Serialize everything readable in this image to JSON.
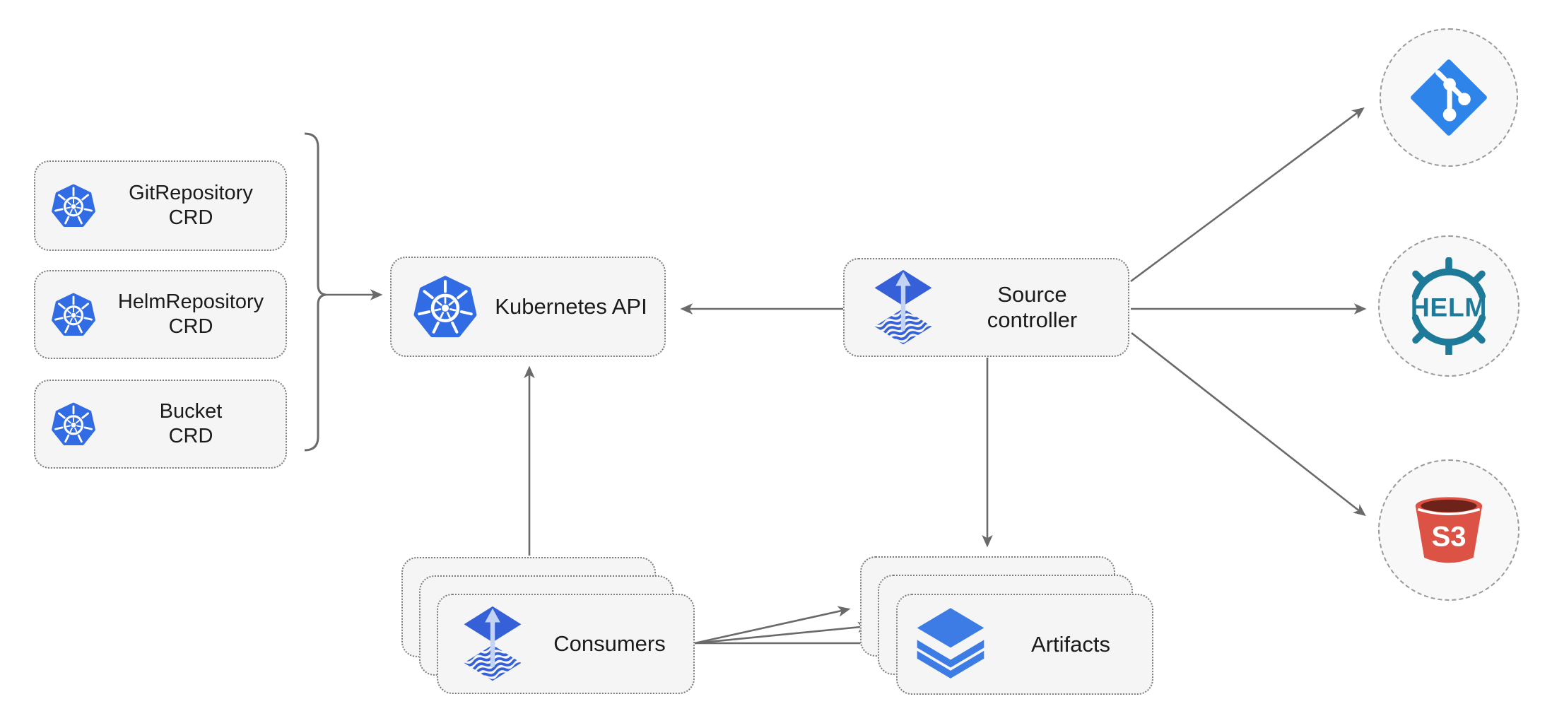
{
  "colors": {
    "k8s-blue": "#326CE5",
    "flux-blue": "#3560D8",
    "flux-arrow": "#C3D3F3",
    "git-blue": "#2E84E8",
    "helm-teal": "#1E7A99",
    "s3-red": "#DC5244",
    "s3-dark": "#6E231A",
    "layers-blue": "#3C7CE4",
    "wire": "#6A6A6A",
    "box-fill": "#F5F5F5",
    "box-border": "#7D7D7D",
    "circle-fill": "#F8F8F8",
    "circle-border": "#9A9A9A",
    "text": "#1B1B1B"
  },
  "nodes": {
    "crds": [
      {
        "line1": "GitRepository",
        "line2": "CRD",
        "icon": "kubernetes-icon"
      },
      {
        "line1": "HelmRepository",
        "line2": "CRD",
        "icon": "kubernetes-icon"
      },
      {
        "line1": "Bucket",
        "line2": "CRD",
        "icon": "kubernetes-icon"
      }
    ],
    "kubernetes_api": {
      "label": "Kubernetes API",
      "icon": "kubernetes-icon"
    },
    "source_controller": {
      "line1": "Source",
      "line2": "controller",
      "icon": "flux-icon"
    },
    "consumers": {
      "label": "Consumers",
      "icon": "flux-icon",
      "stacked": true
    },
    "artifacts": {
      "label": "Artifacts",
      "icon": "layers-icon",
      "stacked": true
    }
  },
  "external_sources": {
    "git": {
      "icon": "git-icon"
    },
    "helm": {
      "icon": "helm-icon",
      "label": "HELM"
    },
    "s3": {
      "icon": "s3-icon",
      "label": "S3"
    }
  }
}
